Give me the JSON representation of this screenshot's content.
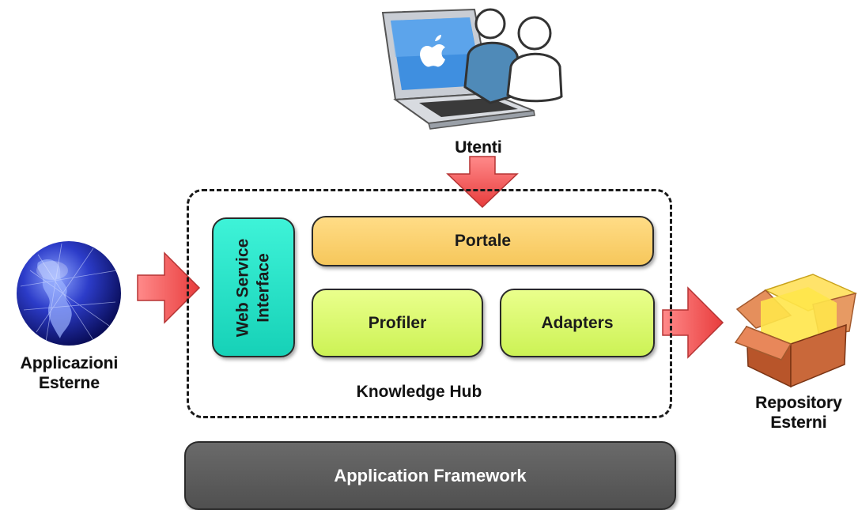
{
  "users": {
    "label": "Utenti"
  },
  "external_apps": {
    "label_line1": "Applicazioni",
    "label_line2": "Esterne"
  },
  "external_repos": {
    "label_line1": "Repository",
    "label_line2": "Esterni"
  },
  "hub": {
    "label": "Knowledge Hub",
    "web_service_interface": {
      "line1": "Web Service",
      "line2": "Interface"
    },
    "portale": "Portale",
    "profiler": "Profiler",
    "adapters": "Adapters"
  },
  "framework": {
    "label": "Application Framework"
  },
  "colors": {
    "wsi": "#1fe0c4",
    "portale": "#f9cf6a",
    "green_boxes": "#d6f766",
    "framework": "#5c5c5c",
    "arrows": "#f25858"
  },
  "icons": [
    "laptop-icon",
    "users-icon",
    "globe-icon",
    "package-box-icon"
  ]
}
